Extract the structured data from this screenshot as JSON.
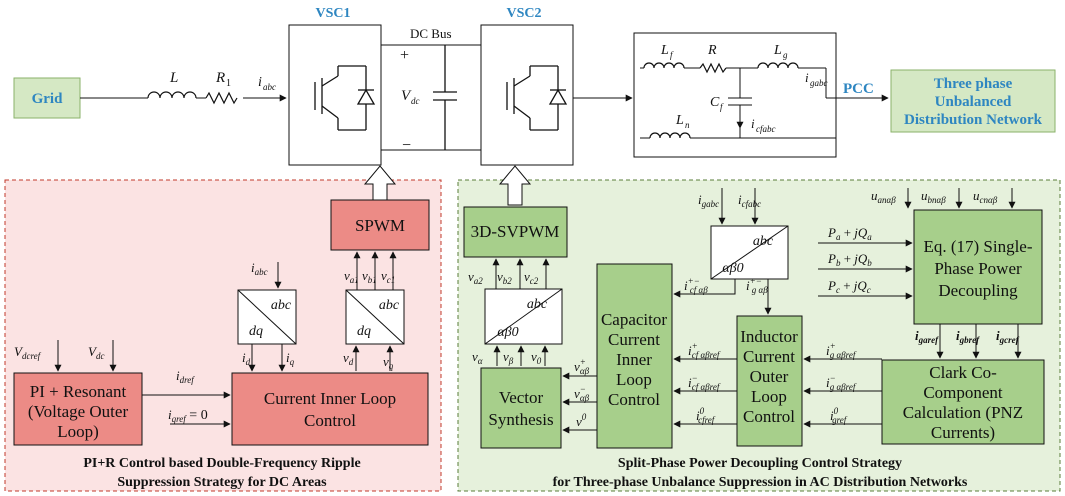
{
  "top": {
    "grid_label": "Grid",
    "vsc1_label": "VSC1",
    "vsc2_label": "VSC2",
    "dc_bus_label": "DC Bus",
    "plus": "+",
    "minus": "−",
    "vdc": "V",
    "vdc_sub": "dc",
    "L": "L",
    "R1": "R",
    "R1_sub": "1",
    "iabc": "i",
    "iabc_sub": "abc",
    "Lf": "L",
    "Lf_sub": "f",
    "R": "R",
    "Lg": "L",
    "Lg_sub": "g",
    "Cf": "C",
    "Cf_sub": "f",
    "Ln": "L",
    "Ln_sub": "n",
    "icf": "i",
    "icf_sub": "cfabc",
    "igabc": "i",
    "igabc_sub": "gabc",
    "pcc_label": "PCC",
    "network_line1": "Three phase",
    "network_line2": "Unbalanced",
    "network_line3": "Distribution Network"
  },
  "left": {
    "spwm_label": "SPWM",
    "pi_line1": "PI + Resonant",
    "pi_line2": "(Voltage Outer",
    "pi_line3": "Loop)",
    "cil_line1": "Current Inner Loop",
    "cil_line2": "Control",
    "abc": "abc",
    "dq": "dq",
    "caption_line1": "PI+R Control based Double-Frequency Ripple",
    "caption_line2": "Suppression Strategy for DC Areas"
  },
  "right": {
    "svpwm_label": "3D-SVPWM",
    "abc": "abc",
    "ab0": "αβ0",
    "cap_line1": "Capacitor",
    "cap_line2": "Current",
    "cap_line3": "Inner",
    "cap_line4": "Loop",
    "cap_line5": "Control",
    "ind_line1": "Inductor",
    "ind_line2": "Current",
    "ind_line3": "Outer",
    "ind_line4": "Loop",
    "ind_line5": "Control",
    "vs_line1": "Vector",
    "vs_line2": "Synthesis",
    "eq_line1": "Eq. (17) Single-",
    "eq_line2": "Phase Power",
    "eq_line3": "Decoupling",
    "clark_line1": "Clark Co-",
    "clark_line2": "Component",
    "clark_line3": "Calculation (PNZ",
    "clark_line4": "Currents)",
    "pa": "P",
    "pb": "P",
    "pc": "P",
    "caption_line1": "Split-Phase Power Decoupling Control Strategy",
    "caption_line2": "for Three-phase Unbalance Suppression in AC Distribution Networks"
  },
  "colors": {
    "grid_green": "#d5e8c4",
    "spwm_red": "#ec8b86",
    "left_bg": "#fbe3e3",
    "right_bg": "#e6f1dc",
    "block_green": "#a7cf8b",
    "accent_blue": "#2e86c1"
  }
}
